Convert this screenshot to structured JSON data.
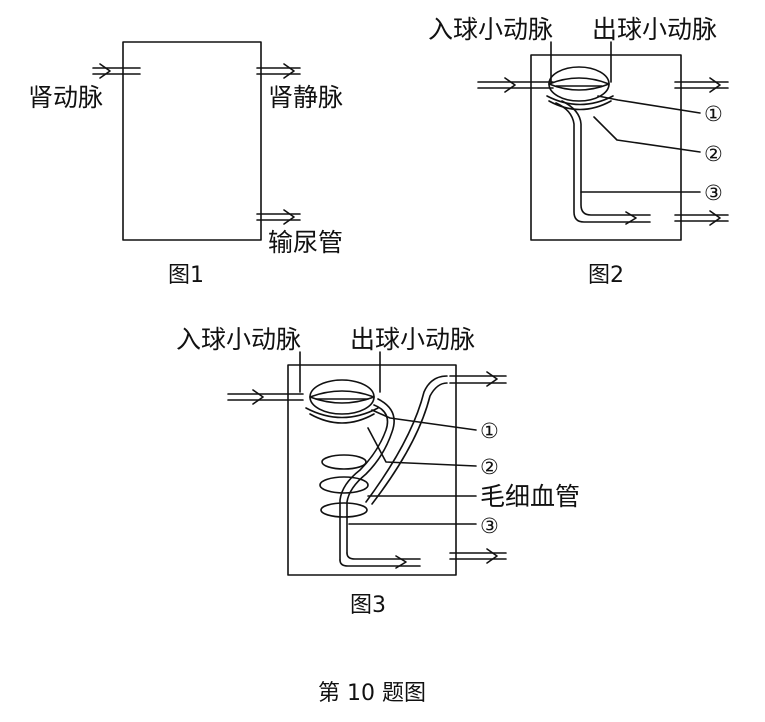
{
  "figure1": {
    "renal_artery": "肾动脉",
    "renal_vein": "肾静脉",
    "ureter": "输尿管",
    "caption": "图1"
  },
  "figure2": {
    "afferent_arteriole": "入球小动脉",
    "efferent_arteriole": "出球小动脉",
    "marker_1": "①",
    "marker_2": "②",
    "marker_3": "③",
    "caption": "图2"
  },
  "figure3": {
    "afferent_arteriole": "入球小动脉",
    "efferent_arteriole": "出球小动脉",
    "marker_1": "①",
    "marker_2": "②",
    "capillary": "毛细血管",
    "marker_3": "③",
    "caption": "图3"
  },
  "overall_caption": "第 10 题图"
}
